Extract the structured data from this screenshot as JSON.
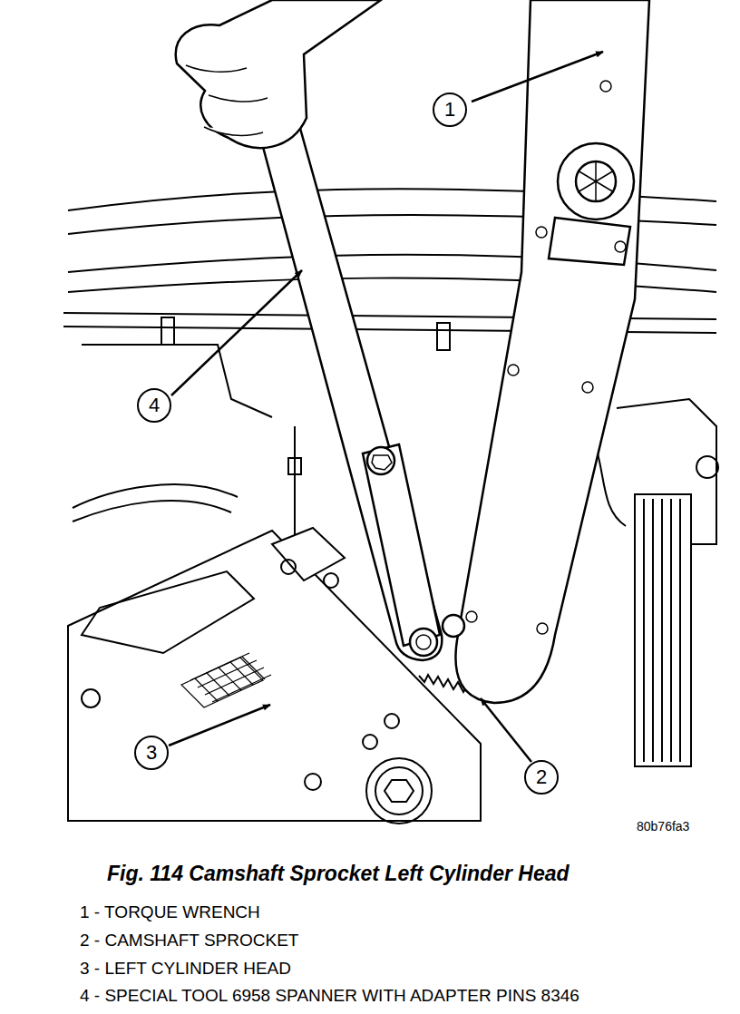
{
  "diagram": {
    "caption": "Fig. 114 Camshaft Sprocket Left Cylinder Head",
    "labels": [
      "1",
      "4",
      "3",
      "2",
      "80b76fa3",
      "1 - TORQUE WRENCH",
      "2 - CAMSHAFT SPROCKET",
      "3 - LEFT CYLINDER HEAD",
      "4 - SPECIAL TOOL 6958 SPANNER WITH ADAPTER PINS 8346"
    ]
  }
}
